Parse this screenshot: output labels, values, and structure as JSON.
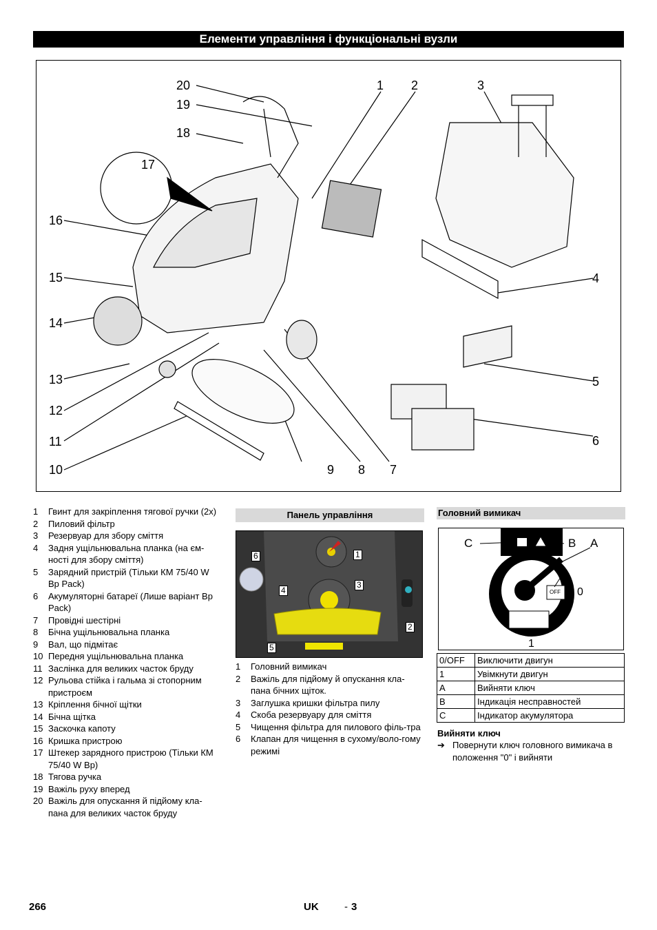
{
  "header": {
    "title": "Елементи управління і функціональні вузли"
  },
  "figure": {
    "callouts": [
      "1",
      "2",
      "3",
      "4",
      "5",
      "6",
      "7",
      "8",
      "9",
      "10",
      "11",
      "12",
      "13",
      "14",
      "15",
      "16",
      "17",
      "18",
      "19",
      "20"
    ]
  },
  "parts_list": [
    {
      "n": "1",
      "t": "Гвинт для закріплення тягової ручки (2х)"
    },
    {
      "n": "2",
      "t": "Пиловий фільтр"
    },
    {
      "n": "3",
      "t": "Резервуар для збору сміття"
    },
    {
      "n": "4",
      "t": "Задня ущільнювальна планка (на єм-ності для збору сміття)"
    },
    {
      "n": "5",
      "t": "Зарядний пристрій (Тільки КМ 75/40 W Bp Pack)"
    },
    {
      "n": "6",
      "t": "Акумуляторні батареї (Лише варіант Bp Pack)"
    },
    {
      "n": "7",
      "t": "Провідні шестірні"
    },
    {
      "n": "8",
      "t": "Бічна ущільнювальна планка"
    },
    {
      "n": "9",
      "t": "Вал, що підмітає"
    },
    {
      "n": "10",
      "t": "Передня ущільнювальна планка"
    },
    {
      "n": "11",
      "t": "Заслінка для великих часток бруду"
    },
    {
      "n": "12",
      "t": "Рульова стійка і гальма зі стопорним пристроєм"
    },
    {
      "n": "13",
      "t": "Кріплення бічної щітки"
    },
    {
      "n": "14",
      "t": "Бічна щітка"
    },
    {
      "n": "15",
      "t": "Заскочка капоту"
    },
    {
      "n": "16",
      "t": "Кришка пристрою"
    },
    {
      "n": "17",
      "t": "Штекер зарядного пристрою (Тільки КМ 75/40 W Bp)"
    },
    {
      "n": "18",
      "t": "Тягова ручка"
    },
    {
      "n": "19",
      "t": "Важіль руху вперед"
    },
    {
      "n": "20",
      "t": "Важіль для опускання й підйому кла-пана для великих часток бруду"
    }
  ],
  "control_panel": {
    "heading": "Панель управління",
    "tags": [
      "1",
      "2",
      "3",
      "4",
      "5",
      "6"
    ],
    "items": [
      {
        "n": "1",
        "t": "Головний вимикач"
      },
      {
        "n": "2",
        "t": "Важіль для підйому й опускання кла-пана бічних щіток."
      },
      {
        "n": "3",
        "t": "Заглушка кришки фільтра пилу"
      },
      {
        "n": "4",
        "t": "Скоба резервуару для сміття"
      },
      {
        "n": "5",
        "t": "Чищення фільтра для пилового філь-тра"
      },
      {
        "n": "6",
        "t": "Клапан для чищення в сухому/воло-гому режимі"
      }
    ]
  },
  "main_switch": {
    "heading": "Головний вимикач",
    "labels": {
      "c": "C",
      "b": "B",
      "a": "A",
      "zero": "0",
      "one": "1",
      "off": "OFF"
    },
    "table": [
      {
        "k": "0/OFF",
        "v": "Виключити двигун"
      },
      {
        "k": "1",
        "v": "Увімкнути двигун"
      },
      {
        "k": "A",
        "v": "Вийняти ключ"
      },
      {
        "k": "B",
        "v": "Індикація несправностей"
      },
      {
        "k": "C",
        "v": "Індикатор акумулятора"
      }
    ],
    "remove_key_heading": "Вийняти ключ",
    "remove_key_arrow": "➔",
    "remove_key_text": "Повернути ключ головного вимикача в положення \"0\" і вийняти"
  },
  "footer": {
    "page": "266",
    "lang": "UK",
    "dash": "-",
    "sub": "3"
  }
}
